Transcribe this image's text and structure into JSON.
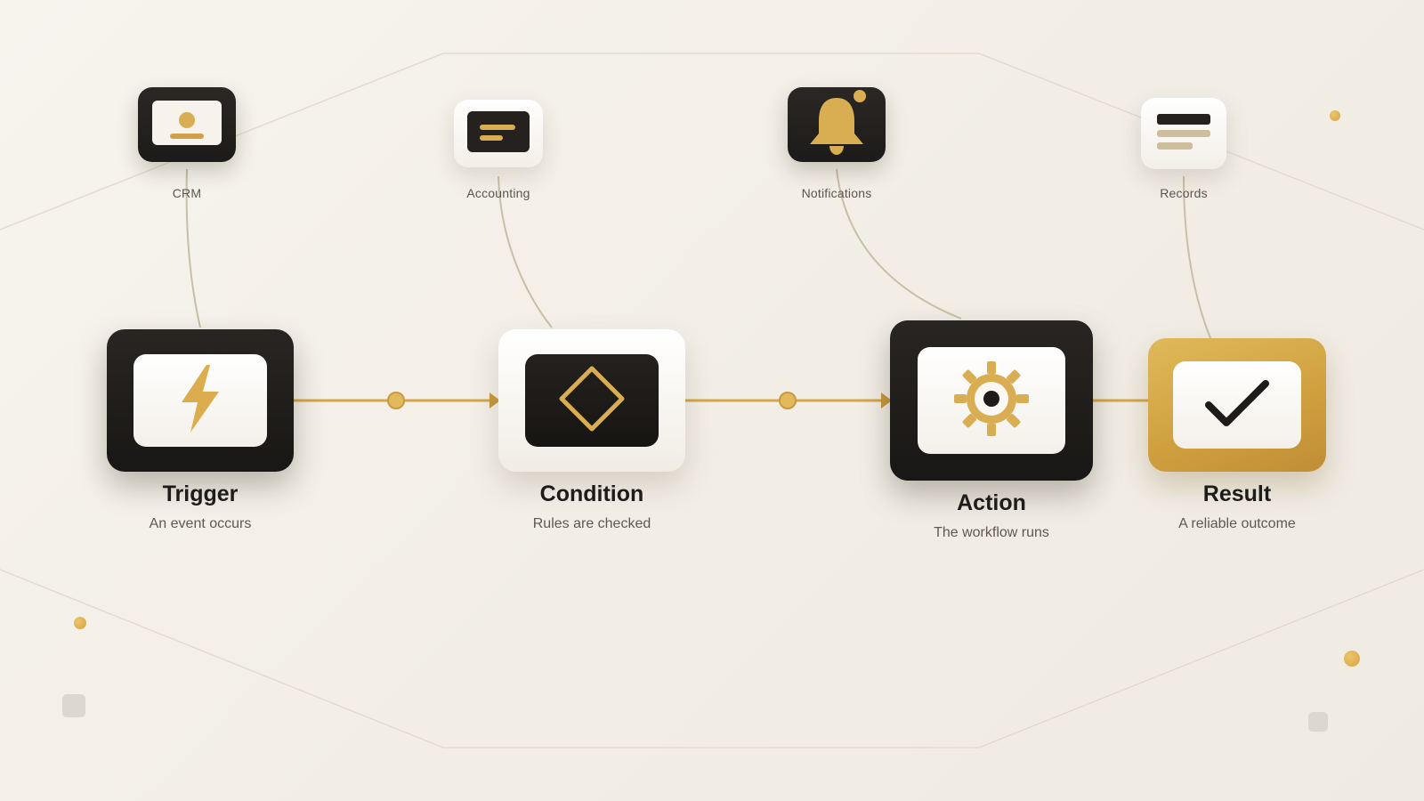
{
  "integrations": [
    {
      "id": "crm",
      "label": "CRM",
      "icon": "id-card-icon"
    },
    {
      "id": "accounting",
      "label": "Accounting",
      "icon": "ledger-icon"
    },
    {
      "id": "notifications",
      "label": "Notifications",
      "icon": "bell-icon"
    },
    {
      "id": "records",
      "label": "Records",
      "icon": "document-lines-icon"
    }
  ],
  "steps": [
    {
      "id": "trigger",
      "title": "Trigger",
      "subtitle": "An event occurs",
      "icon": "lightning-icon"
    },
    {
      "id": "condition",
      "title": "Condition",
      "subtitle": "Rules are checked",
      "icon": "diamond-icon"
    },
    {
      "id": "action",
      "title": "Action",
      "subtitle": "The workflow runs",
      "icon": "gear-icon"
    },
    {
      "id": "result",
      "title": "Result",
      "subtitle": "A reliable outcome",
      "icon": "checkmark-icon"
    }
  ],
  "colors": {
    "gold": "#d4a74a",
    "dark": "#1e1c1a",
    "background": "#f4f1ea",
    "connector": "#c8bfa6"
  }
}
